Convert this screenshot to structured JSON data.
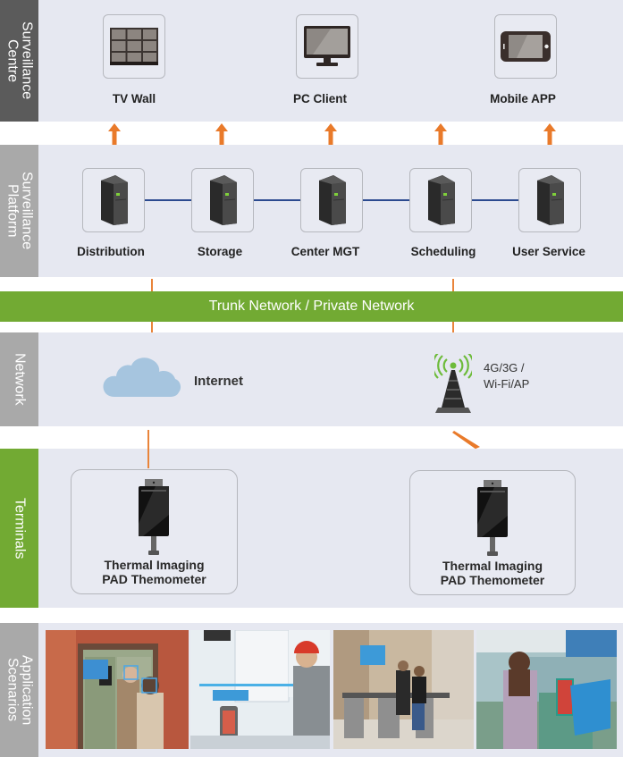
{
  "diagram": {
    "title": "Thermal Imaging PAD Thermometer System Architecture",
    "layers": {
      "surveillance_centre": {
        "label": "Surveillance\nCentre",
        "items": [
          {
            "label": "TV Wall",
            "icon": "tv-wall-icon"
          },
          {
            "label": "PC Client",
            "icon": "monitor-icon"
          },
          {
            "label": "Mobile APP",
            "icon": "smartphone-icon"
          }
        ]
      },
      "surveillance_platform": {
        "label": "Surveillance\nPlatform",
        "items": [
          {
            "label": "Distribution",
            "icon": "server-icon"
          },
          {
            "label": "Storage",
            "icon": "server-icon"
          },
          {
            "label": "Center MGT",
            "icon": "server-icon"
          },
          {
            "label": "Scheduling",
            "icon": "server-icon"
          },
          {
            "label": "User Service",
            "icon": "server-icon"
          }
        ]
      },
      "trunk": {
        "label": "Trunk Network / Private Network"
      },
      "network": {
        "label": "Network",
        "internet": {
          "label": "Internet",
          "icon": "cloud-icon"
        },
        "wireless": {
          "label_line1": "4G/3G /",
          "label_line2": "Wi-Fi/AP",
          "icon": "cell-tower-icon"
        }
      },
      "terminals": {
        "label": "Terminals",
        "items": [
          {
            "label": "Thermal Imaging\nPAD Themometer",
            "icon": "thermal-pad-icon"
          },
          {
            "label": "Thermal Imaging\nPAD Themometer",
            "icon": "thermal-pad-icon"
          }
        ]
      },
      "application_scenarios": {
        "label": "Application\nScenarios",
        "photos": [
          {
            "name": "building-entrance-scene"
          },
          {
            "name": "worksite-checkin-scene"
          },
          {
            "name": "office-turnstile-scene"
          },
          {
            "name": "station-gate-scene"
          }
        ]
      }
    },
    "colors": {
      "arrow": "#e97a2a",
      "link_line": "#2b4a8f",
      "trunk_green": "#72aa33",
      "band_bg": "#e6e8f1"
    }
  }
}
